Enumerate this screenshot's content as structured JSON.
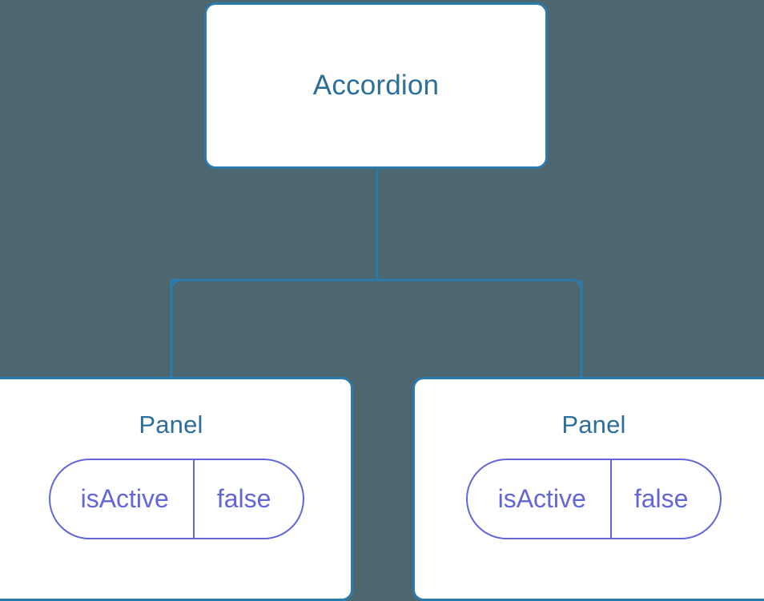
{
  "diagram": {
    "type": "component-tree",
    "background_color": "#4c6770",
    "node_border_color": "#2d7bad",
    "node_fill_color": "#ffffff",
    "node_title_color": "#2d6f98",
    "link_color": "#2d7bad",
    "state_color": "#6366d8",
    "root": {
      "label": "Accordion"
    },
    "children": [
      {
        "label": "Panel",
        "state": {
          "key": "isActive",
          "value": "false"
        }
      },
      {
        "label": "Panel",
        "state": {
          "key": "isActive",
          "value": "false"
        }
      }
    ]
  }
}
